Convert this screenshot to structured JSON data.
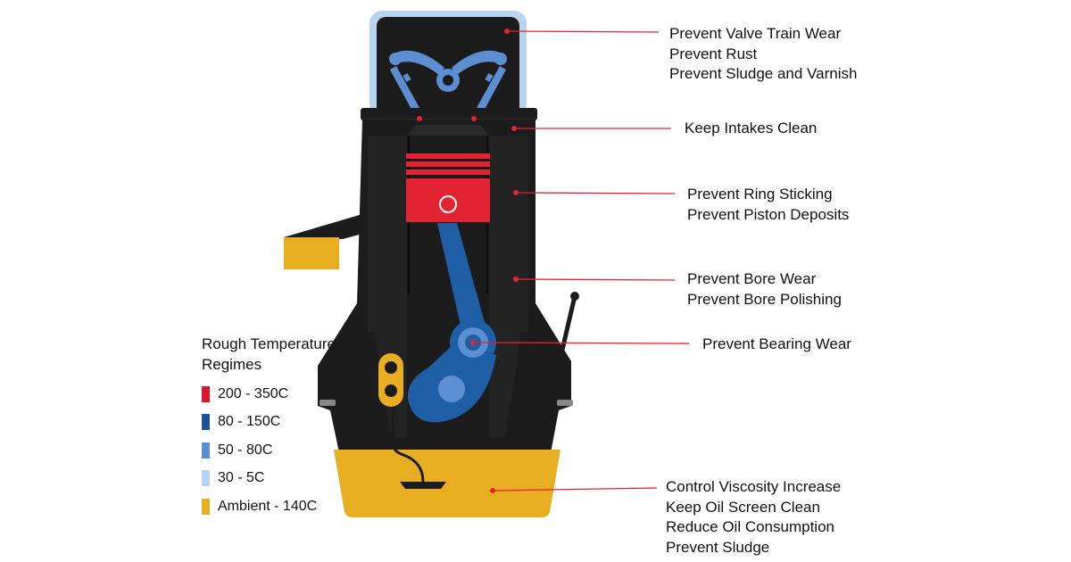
{
  "callouts": [
    {
      "lines": [
        "Prevent Valve Train Wear",
        "Prevent Rust",
        "Prevent Sludge and Varnish"
      ]
    },
    {
      "lines": [
        "Keep Intakes Clean"
      ]
    },
    {
      "lines": [
        "Prevent Ring Sticking",
        "Prevent Piston Deposits"
      ]
    },
    {
      "lines": [
        "Prevent Bore Wear",
        "Prevent Bore Polishing"
      ]
    },
    {
      "lines": [
        "Prevent Bearing Wear"
      ]
    },
    {
      "lines": [
        "Control Viscosity Increase",
        "Keep Oil Screen Clean",
        "Reduce Oil Consumption",
        "Prevent Sludge"
      ]
    }
  ],
  "legend": {
    "title": [
      "Rough Temperature",
      "Regimes"
    ],
    "items": [
      {
        "label": "200 - 350C",
        "color": "#d8182c"
      },
      {
        "label": "80 - 150C",
        "color": "#1a5696"
      },
      {
        "label": "50 - 80C",
        "color": "#5b8fd2"
      },
      {
        "label": "30 - 5C",
        "color": "#b9d4ef"
      },
      {
        "label": "Ambient - 140C",
        "color": "#e8ae22"
      }
    ]
  },
  "colors": {
    "engine_body": "#1c1c1c",
    "hot": "#e32232",
    "warm": "#1f5fa6",
    "cool": "#5b8fd2",
    "cold": "#b9d4ef",
    "oil": "#e8ae22",
    "leader": "#e32232"
  }
}
